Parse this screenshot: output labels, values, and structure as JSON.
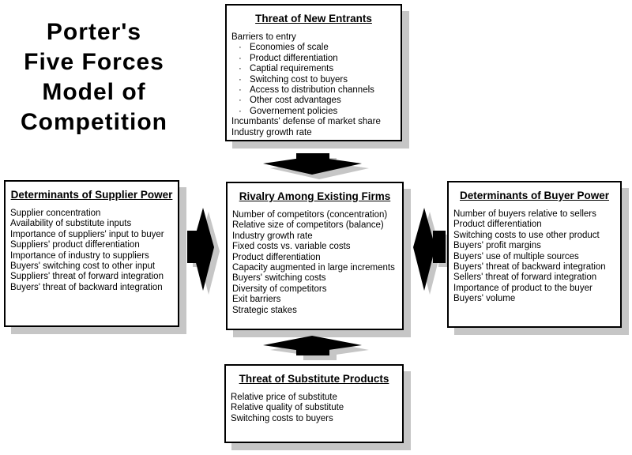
{
  "diagram_title": {
    "lines": [
      "Porter's",
      "Five Forces",
      "Model of",
      "Competition"
    ]
  },
  "colors": {
    "ink": "#000000",
    "shadow": "#c6c6c6",
    "background": "#ffffff"
  },
  "bullet_char": "·",
  "boxes": {
    "threat_new_entrants": {
      "title": "Threat of New Entrants",
      "items": [
        {
          "text": "Barriers to entry",
          "bullet": false
        },
        {
          "text": "Economies of scale",
          "bullet": true
        },
        {
          "text": "Product differentiation",
          "bullet": true
        },
        {
          "text": "Captial requirements",
          "bullet": true
        },
        {
          "text": "Switching cost to buyers",
          "bullet": true
        },
        {
          "text": "Access to distribution channels",
          "bullet": true
        },
        {
          "text": "Other cost advantages",
          "bullet": true
        },
        {
          "text": "Governement policies",
          "bullet": true
        },
        {
          "text": "Incumbants' defense of market share",
          "bullet": false
        },
        {
          "text": "Industry growth rate",
          "bullet": false
        }
      ]
    },
    "supplier_power": {
      "title": "Determinants of Supplier Power",
      "items": [
        "Supplier concentration",
        "Availability of substitute inputs",
        "Importance of suppliers' input to buyer",
        "Suppliers' product differentiation",
        "Importance of industry to suppliers",
        "Buyers' switching cost to other input",
        "Suppliers' threat of forward integration",
        "Buyers' threat of backward integration"
      ]
    },
    "rivalry": {
      "title": "Rivalry Among Existing Firms",
      "items": [
        "Number of competitors (concentration)",
        "Relative size of competitors (balance)",
        "Industry growth rate",
        "Fixed costs vs. variable costs",
        "Product differentiation",
        "Capacity augmented in large increments",
        "Buyers' switching costs",
        "Diversity of competitors",
        "Exit barriers",
        "Strategic stakes"
      ]
    },
    "buyer_power": {
      "title": "Determinants of Buyer Power",
      "items": [
        "Number of buyers relative to sellers",
        "Product differentiation",
        "Switching costs to use other product",
        "Buyers' profit margins",
        "Buyers' use of multiple sources",
        "Buyers' threat of backward integration",
        "Sellers' threat of forward integration",
        "Importance of product to the buyer",
        "Buyers' volume"
      ]
    },
    "substitute_products": {
      "title": "Threat of Substitute Products",
      "items": [
        "Relative price of substitute",
        "Relative quality of substitute",
        "Switching costs to buyers"
      ]
    }
  }
}
